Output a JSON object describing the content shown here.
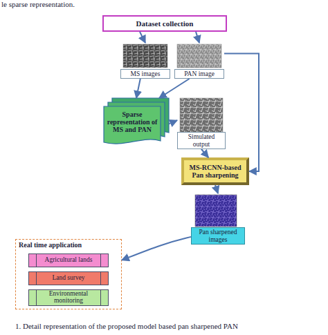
{
  "diagram": {
    "caption": "1. Detail representation of the proposed model based pan sharpened PAN",
    "nodes": [
      {
        "text": [
          "Dataset collection"
        ]
      },
      {
        "text": [
          "MS images"
        ]
      },
      {
        "text": [
          "PAN image"
        ]
      },
      {
        "text": [
          "Sparse representation of MS and PAN"
        ]
      },
      {
        "text": [
          "Simulated output"
        ]
      },
      {
        "text": [
          "MS-RCNN-based Pan sharpening"
        ]
      },
      {
        "text": [
          "Pan sharpened images"
        ]
      },
      {
        "text": [
          "Real time application"
        ]
      },
      {
        "text": [
          "Agricultural lands"
        ],
        "in": 7
      },
      {
        "text": [
          "Land survey"
        ],
        "in": 7
      },
      {
        "text": [
          "Environmental monitoring"
        ],
        "in": 7
      }
    ],
    "edges": [
      {
        "from": 0,
        "to": 1,
        "arrow": "to"
      },
      {
        "from": 0,
        "to": 2,
        "arrow": "to"
      },
      {
        "from": 1,
        "to": 3,
        "arrow": "to"
      },
      {
        "from": 2,
        "to": 3,
        "arrow": "to"
      },
      {
        "from": 3,
        "to": 4,
        "arrow": "to"
      },
      {
        "from": 4,
        "to": 5,
        "arrow": "to"
      },
      {
        "from": 2,
        "to": 5,
        "arrow": "to"
      },
      {
        "from": 5,
        "to": 6,
        "arrow": "to"
      },
      {
        "from": 6,
        "to": 7,
        "arrow": "to"
      }
    ],
    "labels": [
      "le sparse representation."
    ]
  }
}
